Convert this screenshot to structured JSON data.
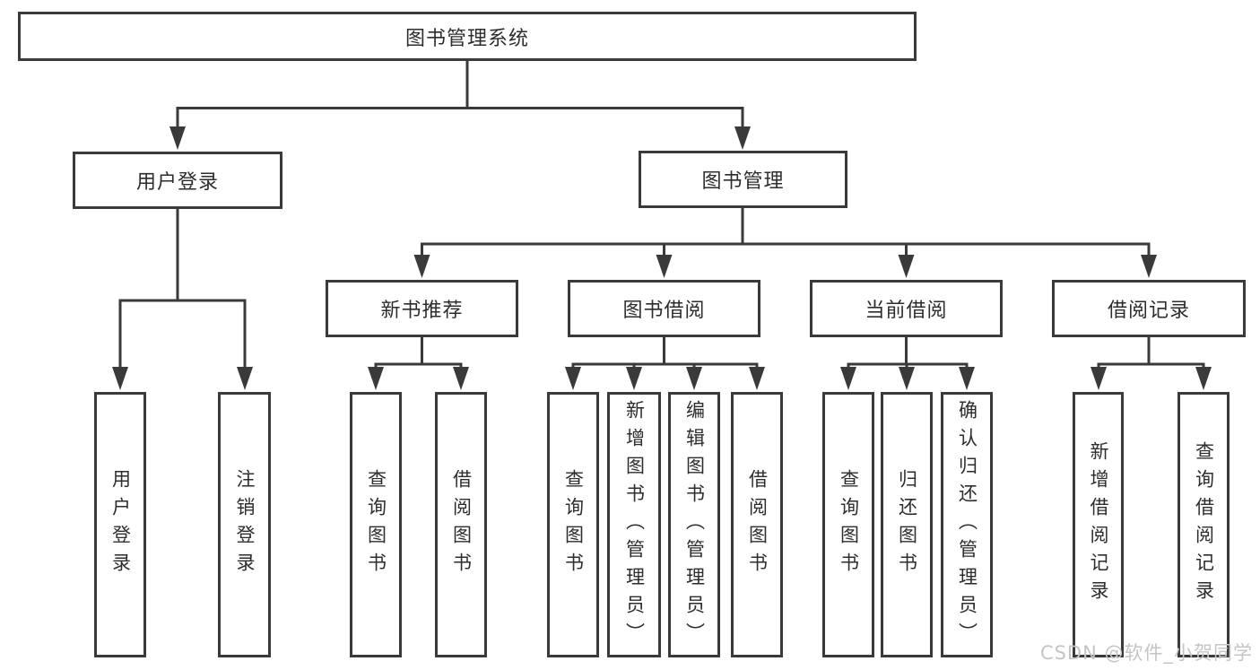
{
  "tree": {
    "root": {
      "label": "图书管理系统",
      "children": [
        {
          "label": "用户登录",
          "children": [
            {
              "label": "用户登录"
            },
            {
              "label": "注销登录"
            }
          ]
        },
        {
          "label": "图书管理",
          "children": [
            {
              "label": "新书推荐",
              "children": [
                {
                  "label": "查询图书"
                },
                {
                  "label": "借阅图书"
                }
              ]
            },
            {
              "label": "图书借阅",
              "children": [
                {
                  "label": "查询图书"
                },
                {
                  "label": "新增图书（管理员）"
                },
                {
                  "label": "编辑图书（管理员）"
                },
                {
                  "label": "借阅图书"
                }
              ]
            },
            {
              "label": "当前借阅",
              "children": [
                {
                  "label": "查询图书"
                },
                {
                  "label": "归还图书"
                },
                {
                  "label": "确认归还（管理员）"
                }
              ]
            },
            {
              "label": "借阅记录",
              "children": [
                {
                  "label": "新增借阅记录"
                },
                {
                  "label": "查询借阅记录"
                }
              ]
            }
          ]
        }
      ]
    }
  },
  "watermark": {
    "text": "CSDN @软件_小贺同学"
  },
  "colors": {
    "line": "#3a3a3a",
    "text": "#2d2d2d",
    "watermark": "#c5c5c5",
    "background": "#ffffff"
  }
}
